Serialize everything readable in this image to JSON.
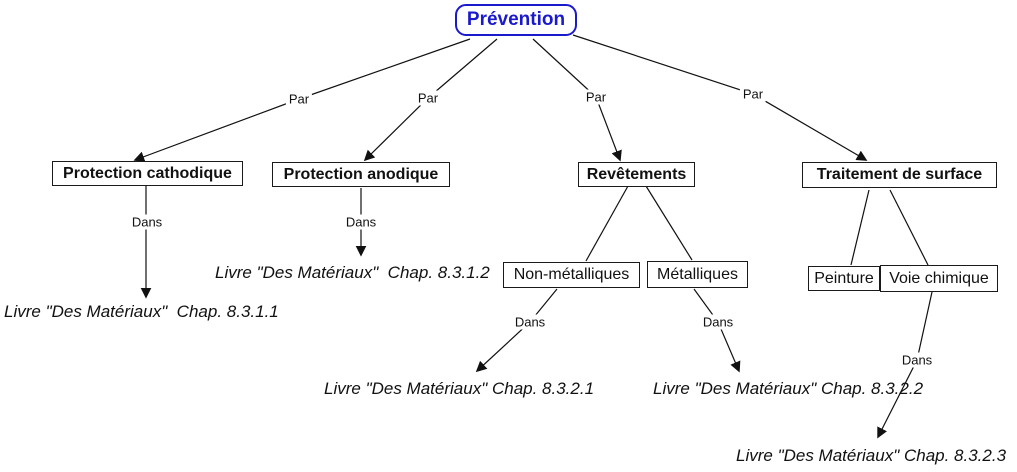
{
  "colors": {
    "accent": "#1a1acd",
    "line": "#111111"
  },
  "diagram": {
    "root": {
      "label": "Prévention"
    },
    "level1": [
      {
        "label": "Protection cathodique"
      },
      {
        "label": "Protection anodique"
      },
      {
        "label": "Revêtements"
      },
      {
        "label": "Traitement de surface"
      }
    ],
    "level2": [
      {
        "label": "Non-métalliques"
      },
      {
        "label": "Métalliques"
      },
      {
        "label": "Peinture"
      },
      {
        "label": "Voie chimique"
      }
    ],
    "edge_labels": {
      "par": "Par",
      "dans": "Dans"
    },
    "references": [
      {
        "text": "Livre \"Des Matériaux\"  Chap. 8.3.1.1"
      },
      {
        "text": "Livre \"Des Matériaux\"  Chap. 8.3.1.2"
      },
      {
        "text": "Livre \"Des Matériaux\" Chap. 8.3.2.1"
      },
      {
        "text": "Livre \"Des Matériaux\" Chap. 8.3.2.2"
      },
      {
        "text": "Livre \"Des Matériaux\" Chap. 8.3.2.3"
      }
    ]
  }
}
